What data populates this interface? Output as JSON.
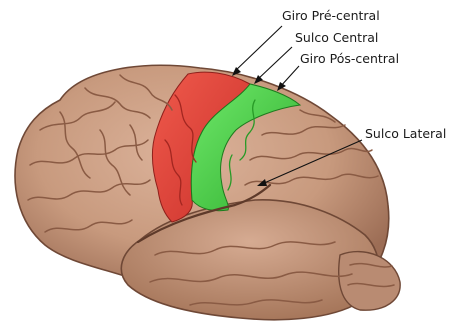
{
  "labels": {
    "precentral_gyrus": "Giro Pré-central",
    "central_sulcus": "Sulco Central",
    "postcentral_gyrus": "Giro Pós-central",
    "lateral_sulcus": "Sulco Lateral"
  },
  "colors": {
    "background": "#ffffff",
    "brain_tissue": "#c99c80",
    "brain_shadow": "#8e624c",
    "precentral_gyrus": "#e8453a",
    "postcentral_gyrus": "#3dcc3a",
    "label_text": "#1a1a1a",
    "leader_line": "#111111"
  }
}
